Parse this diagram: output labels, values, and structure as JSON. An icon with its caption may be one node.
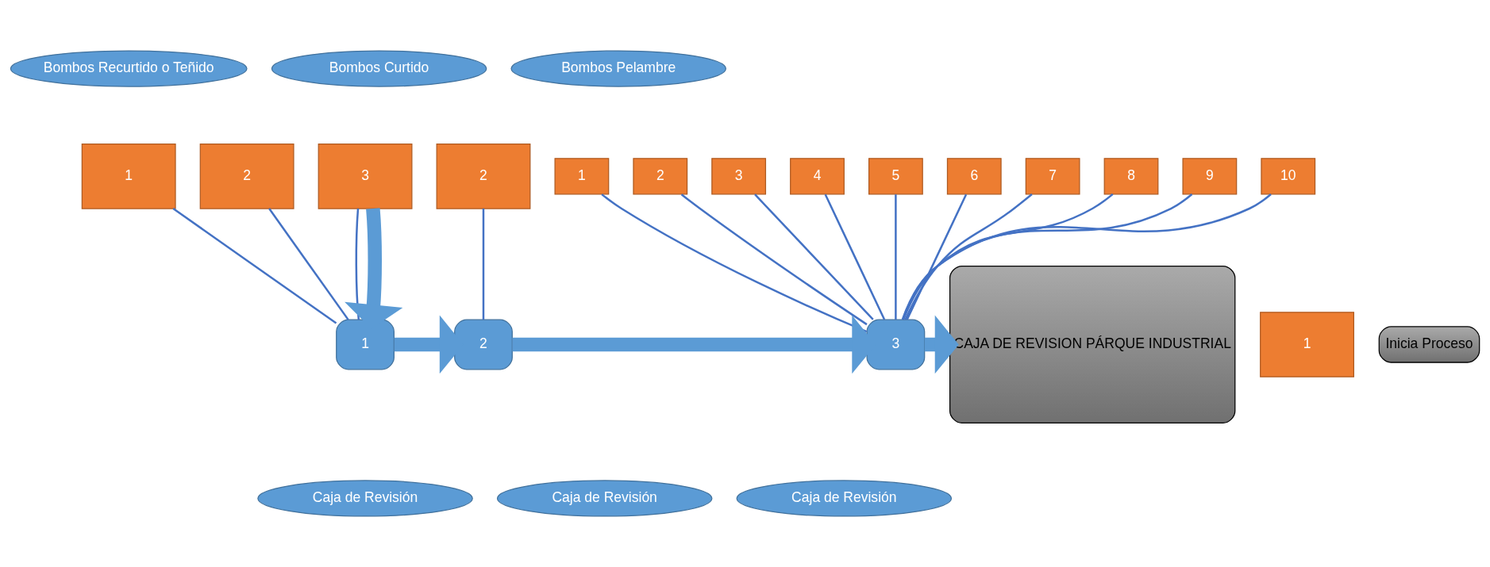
{
  "diagram": {
    "nodes": [
      {
        "text": [
          "Bombos Recurtido o Teñido"
        ]
      },
      {
        "text": [
          "Bombos Curtido"
        ]
      },
      {
        "text": [
          "Bombos Pelambre"
        ]
      },
      {
        "text": [
          "1"
        ]
      },
      {
        "text": [
          "2"
        ]
      },
      {
        "text": [
          "3"
        ]
      },
      {
        "text": [
          "4"
        ]
      },
      {
        "text": [
          "5"
        ]
      },
      {
        "text": [
          "6"
        ]
      },
      {
        "text": [
          "7"
        ]
      },
      {
        "text": [
          "8"
        ]
      },
      {
        "text": [
          "9"
        ]
      },
      {
        "text": [
          "10"
        ]
      },
      {
        "text": [
          "1"
        ]
      },
      {
        "text": [
          "2"
        ]
      },
      {
        "text": [
          "1"
        ]
      },
      {
        "text": [
          "2"
        ]
      },
      {
        "text": [
          "3"
        ]
      },
      {
        "text": [
          "Inicia Proceso"
        ]
      },
      {
        "text": [
          "CAJA DE REVISION PÁRQUE INDUSTRIAL"
        ]
      },
      {
        "text": [
          "3"
        ]
      },
      {
        "text": [
          "2"
        ]
      },
      {
        "text": [
          "1"
        ]
      },
      {
        "text": [
          "Caja de Revisión"
        ]
      },
      {
        "text": [
          "Caja de Revisión"
        ]
      },
      {
        "text": [
          "Caja de Revisión"
        ]
      }
    ],
    "edges": [
      {
        "from": 3,
        "to": 20,
        "arrow": "none"
      },
      {
        "from": 4,
        "to": 20,
        "arrow": "none"
      },
      {
        "from": 5,
        "to": 20,
        "arrow": "none"
      },
      {
        "from": 6,
        "to": 20,
        "arrow": "none"
      },
      {
        "from": 7,
        "to": 20,
        "arrow": "none"
      },
      {
        "from": 8,
        "to": 20,
        "arrow": "none"
      },
      {
        "from": 9,
        "to": 20,
        "arrow": "none"
      },
      {
        "from": 10,
        "to": 20,
        "arrow": "none"
      },
      {
        "from": 11,
        "to": 20,
        "arrow": "none"
      },
      {
        "from": 12,
        "to": 20,
        "arrow": "none"
      },
      {
        "from": 14,
        "to": 21,
        "arrow": "none"
      },
      {
        "from": 15,
        "to": 22,
        "arrow": "none"
      },
      {
        "from": 16,
        "to": 22,
        "arrow": "none"
      },
      {
        "from": 17,
        "to": 22,
        "arrow": "none"
      },
      {
        "from": 17,
        "to": 22,
        "arrow": "to",
        "style": "thick",
        "color": "#5b9bd5"
      },
      {
        "from": 22,
        "to": 21,
        "arrow": "to",
        "style": "thick",
        "color": "#5b9bd5"
      },
      {
        "from": 21,
        "to": 20,
        "arrow": "to",
        "style": "thick",
        "color": "#5b9bd5"
      },
      {
        "from": 20,
        "to": 19,
        "arrow": "to",
        "style": "thick",
        "color": "#5b9bd5"
      }
    ]
  }
}
